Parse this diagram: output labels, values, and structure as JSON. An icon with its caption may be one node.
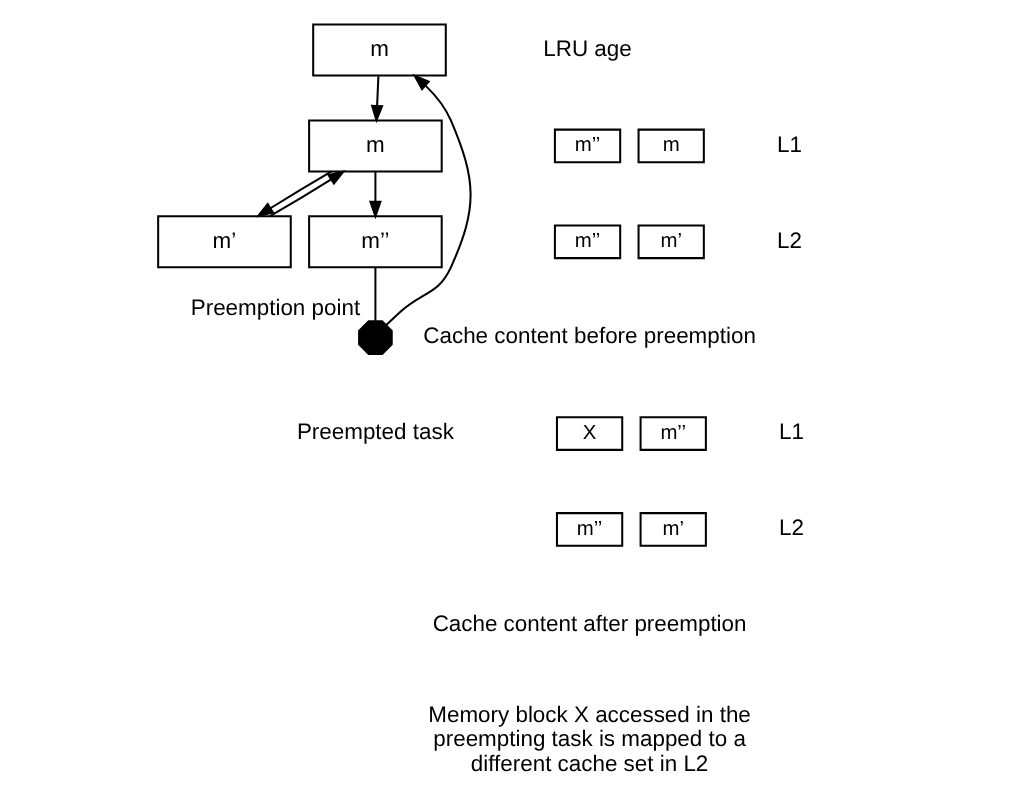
{
  "diagram": {
    "nodes": [
      {
        "text": [
          "m"
        ]
      },
      {
        "text": [
          "m"
        ]
      },
      {
        "text": [
          "m’"
        ]
      },
      {
        "text": [
          "m’’"
        ]
      },
      {
        "text": [],
        "shape": "octagon",
        "beside": [
          "Preemption point"
        ]
      },
      {
        "text": [
          "m’’"
        ]
      },
      {
        "text": [
          "m"
        ]
      },
      {
        "text": [
          "m’’"
        ]
      },
      {
        "text": [
          "m’"
        ]
      },
      {
        "text": [
          "X"
        ]
      },
      {
        "text": [
          "m’’"
        ]
      },
      {
        "text": [
          "m’’"
        ]
      },
      {
        "text": [
          "m’"
        ]
      }
    ],
    "edges": [
      {
        "from": 0,
        "to": 1,
        "arrow": "to"
      },
      {
        "from": 1,
        "to": 2,
        "arrow": "to"
      },
      {
        "from": 2,
        "to": 1,
        "arrow": "to"
      },
      {
        "from": 1,
        "to": 3,
        "arrow": "to"
      },
      {
        "from": 3,
        "to": 4,
        "arrow": "none"
      },
      {
        "from": 4,
        "to": 0,
        "arrow": "to"
      }
    ],
    "labels": [
      "LRU age",
      "L1",
      "L2",
      "Cache content before preemption",
      "L1",
      "L2",
      "Cache content after preemption",
      "Memory block X accessed in the preempting task is mapped to a different cache set in L2",
      "Preempted task"
    ]
  }
}
